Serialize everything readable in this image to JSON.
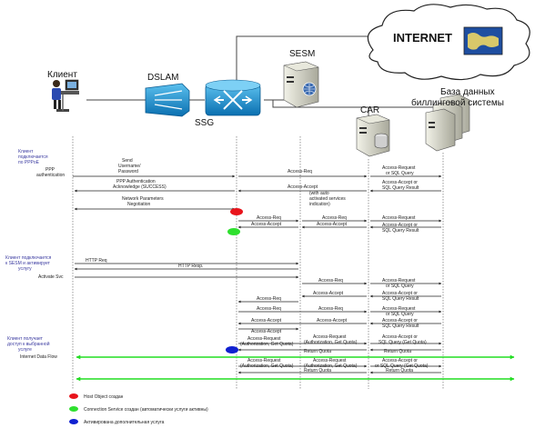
{
  "nodes": {
    "client": "Клиент",
    "dslam": "DSLAM",
    "ssg": "SSG",
    "sesm": "SESM",
    "car": "CAR",
    "billing_line1": "База данных",
    "billing_line2": "биллинговой системы",
    "internet": "INTERNET"
  },
  "side_notes": {
    "ppp_line1": "Клиент",
    "ppp_line2": "подключается",
    "ppp_line3": "по PPPoE",
    "sesm_line1": "Клиент подключается",
    "sesm_line2": "к SESM и активирует",
    "sesm_line3": "услугу",
    "access_line1": "Клиент получает",
    "access_line2": "доступ к выбранной",
    "access_line3": "услуге"
  },
  "left_labels": {
    "ppp_auth_line1": "PPP",
    "ppp_auth_line2": "authentication",
    "activate_svc": "Activate Svc",
    "internet_data_flow": "Internet Data Flow"
  },
  "messages": {
    "send_line1": "Send",
    "send_line2": "Username/",
    "send_line3": "Password",
    "access_req": "Access-Req",
    "access_request_or_sql_1": "Access-Request",
    "access_request_or_sql_2": "or SQL Query",
    "ppp_ack_line1": "PPP Authentication",
    "ppp_ack_line2": "Acknowledge (SUCCESS)",
    "access_accept": "Access-Accept",
    "with_auto_line1": "(with auto",
    "with_auto_line2": "activated services",
    "with_auto_line3": "indication)",
    "access_accept_or_1": "Access-Accept or",
    "access_accept_or_2": "SQL Query Result",
    "net_params_line1": "Network Parameters",
    "net_params_line2": "Negotiation",
    "access_accept_or_sql": "SQL Query Result",
    "http_req": "HTTP Req",
    "http_resp": "HTTP Resp.",
    "access_request_auth_line1": "Access-Request",
    "access_request_auth_line2": "(Authorization, Get Quota)",
    "access_accept_or_get_quota_1": "Access-Accept or",
    "access_accept_or_get_quota_2": "SQL Query (Get Quota)",
    "return_quota": "Return Quota",
    "access_request_or_sql_get_quota": "or SQL Query (Get Quota)"
  },
  "legend": [
    {
      "color": "#e8141b",
      "text": "Host Object создан"
    },
    {
      "color": "#2ee02e",
      "text": "Connection Service создан (автоматически услуги активны)"
    },
    {
      "color": "#1020d0",
      "text": "Активирована дополнительная услуга"
    }
  ],
  "colors": {
    "arrow": "#222222",
    "data_flow": "#22dd22",
    "cisco_blue": "#1a8fd0"
  }
}
